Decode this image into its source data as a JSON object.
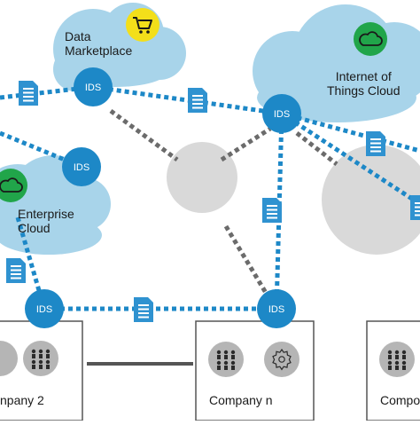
{
  "colors": {
    "cloud": "#a8d4ea",
    "ids_node": "#1d88c7",
    "connector_blue": "#1d88c7",
    "connector_gray": "#6b6b6b",
    "data_icon": "#2f92d0",
    "grey_node": "#d9d9d9",
    "green_badge": "#21a54a",
    "yellow_badge": "#f3df1a",
    "company_border": "#555555",
    "avatar_circle": "#b5b5b5"
  },
  "clouds": {
    "data_marketplace": {
      "line1": "Data",
      "line2": "Marketplace",
      "icon": "shopping-cart-icon"
    },
    "iot_cloud": {
      "line1": "Internet of",
      "line2": "Things Cloud",
      "icon": "cloud-icon"
    },
    "enterprise_cloud": {
      "line1": "Enterprise",
      "line2": "Cloud",
      "icon": "cloud-icon"
    }
  },
  "ids_label": "IDS",
  "companies": {
    "company_2": {
      "label": "npany 2"
    },
    "company_n": {
      "label": "Company n"
    },
    "company_partial": {
      "label": "Compo"
    }
  },
  "icons": {
    "data_document": "document-icon",
    "participants": "people-icon",
    "service": "gear-icon"
  }
}
